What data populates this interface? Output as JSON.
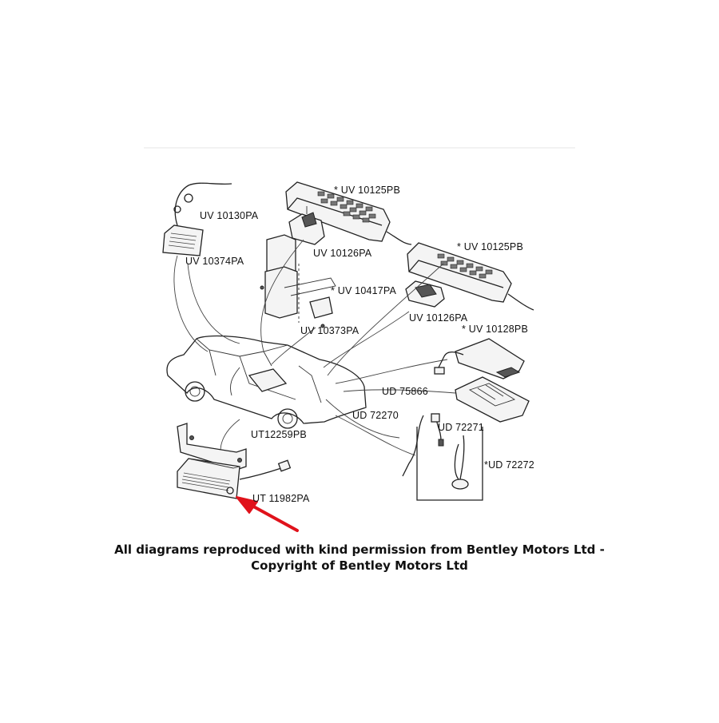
{
  "labels": {
    "uv10125pb_top": "* UV 10125PB",
    "uv10130pa": "UV 10130PA",
    "uv10374pa": "UV 10374PA",
    "uv10126pa_top": "UV 10126PA",
    "uv10125pb_right": "* UV 10125PB",
    "uv10417pa": "* UV 10417PA",
    "uv10373pa": "UV 10373PA",
    "uv10126pa_mid": "UV 10126PA",
    "uv10128pb": "* UV 10128PB",
    "ud75866": "UD 75866",
    "ud72270": "UD 72270",
    "ud72271": "UD 72271",
    "ut12259pb": "UT12259PB",
    "ud72272": "*UD 72272",
    "ut11982pa": "UT 11982PA"
  },
  "caption": {
    "line1": "All diagrams reproduced with kind permission from Bentley Motors Ltd -",
    "line2": "Copyright of Bentley Motors Ltd"
  },
  "colors": {
    "arrow": "#e0121b",
    "ink": "#222222"
  }
}
